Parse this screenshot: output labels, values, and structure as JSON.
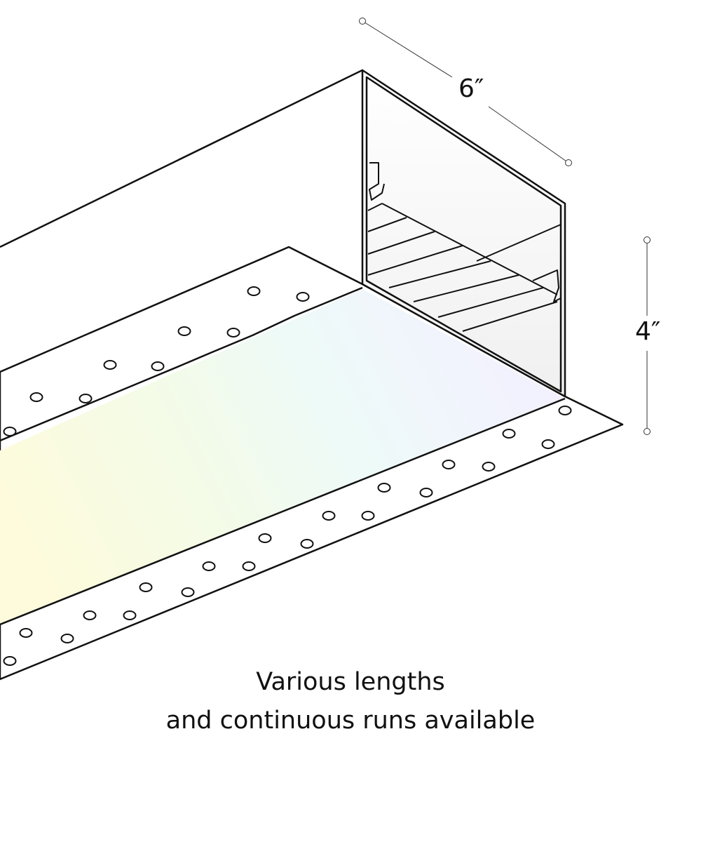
{
  "dimensions": {
    "width_label": "6″",
    "height_label": "4″"
  },
  "caption": {
    "line1": "Various lengths",
    "line2": "and continuous runs available"
  },
  "colors": {
    "stroke": "#111111",
    "lens_warm": "#fdfbe0",
    "lens_mid": "#eefaf4",
    "lens_cool": "#f2f0ff"
  }
}
